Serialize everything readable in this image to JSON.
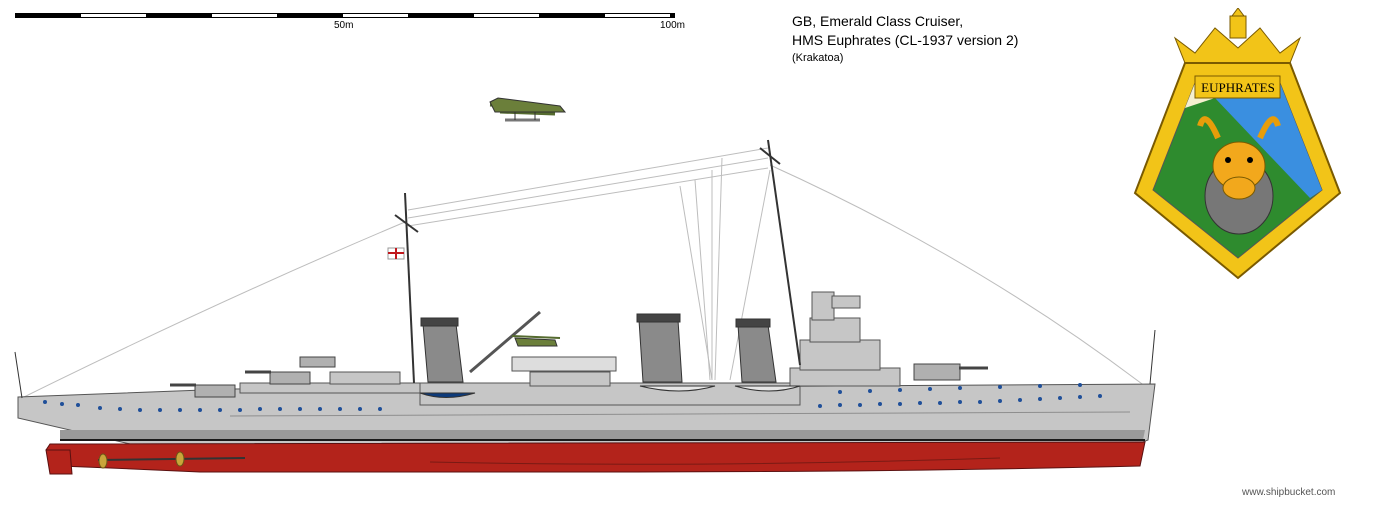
{
  "scale": {
    "mid_label": "50m",
    "end_label": "100m"
  },
  "title": {
    "line1": "GB, Emerald Class Cruiser,",
    "line2": "HMS Euphrates (CL-1937 version 2)",
    "credit": "(Krakatoa)"
  },
  "crest": {
    "name": "EUPHRATES",
    "icon": "bull-head-crest-icon"
  },
  "watermark": "www.shipbucket.com",
  "colors": {
    "hull_grey": "#c6c6c6",
    "hull_dark_grey": "#9a9a9a",
    "antifouling_red": "#b3231b",
    "crest_gold": "#f2c418",
    "crest_green": "#2e8b2e",
    "crest_blue": "#3a8fe0"
  }
}
